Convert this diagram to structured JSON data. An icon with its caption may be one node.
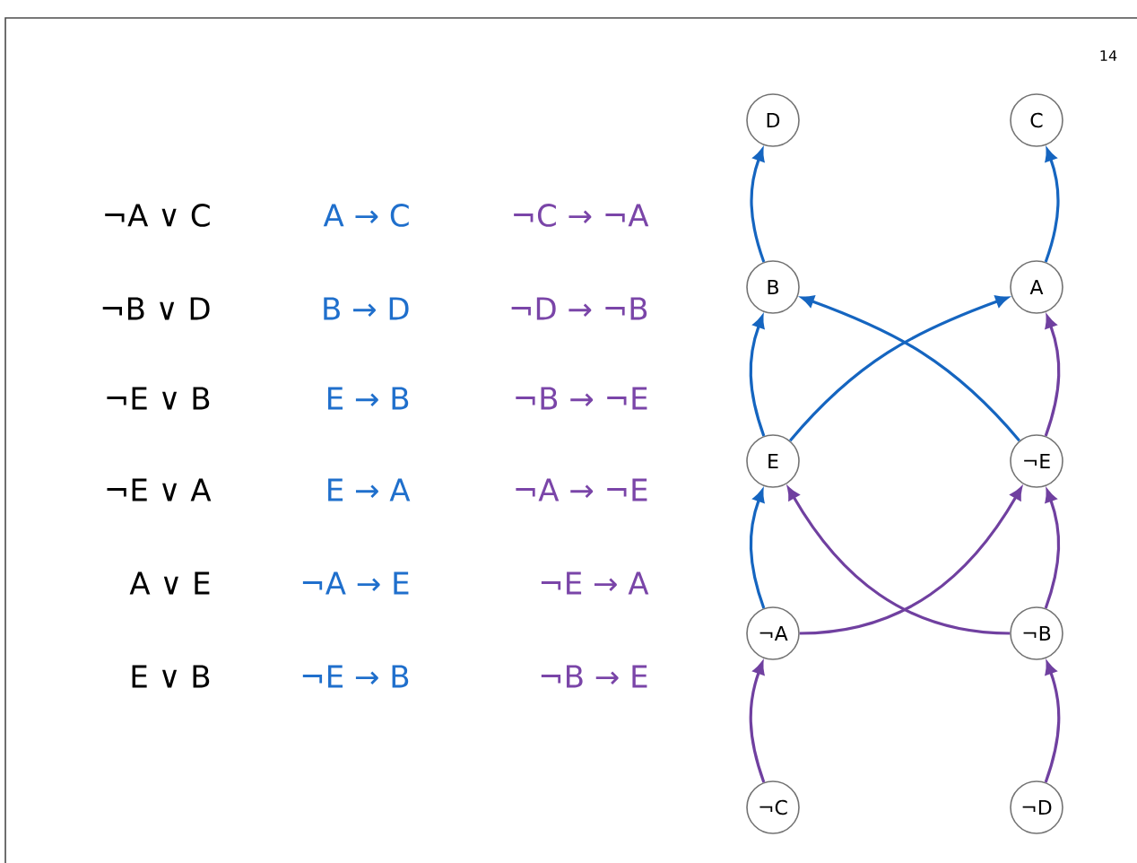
{
  "diagram": {
    "nodes": [
      {
        "text": [
          "D"
        ]
      },
      {
        "text": [
          "C"
        ]
      },
      {
        "text": [
          "B"
        ]
      },
      {
        "text": [
          "A"
        ]
      },
      {
        "text": [
          "E"
        ]
      },
      {
        "text": [
          "¬E"
        ]
      },
      {
        "text": [
          "¬A"
        ]
      },
      {
        "text": [
          "¬B"
        ]
      },
      {
        "text": [
          "¬C"
        ]
      },
      {
        "text": [
          "¬D"
        ]
      }
    ],
    "edges": [
      {
        "from": 2,
        "to": 0,
        "arrow": "to",
        "color": "#1565c0"
      },
      {
        "from": 3,
        "to": 1,
        "arrow": "to",
        "color": "#1565c0"
      },
      {
        "from": 4,
        "to": 2,
        "arrow": "to",
        "color": "#1565c0"
      },
      {
        "from": 4,
        "to": 3,
        "arrow": "to",
        "color": "#1565c0"
      },
      {
        "from": 6,
        "to": 4,
        "arrow": "to",
        "color": "#1565c0"
      },
      {
        "from": 5,
        "to": 2,
        "arrow": "to",
        "color": "#1565c0"
      },
      {
        "from": 8,
        "to": 6,
        "arrow": "to",
        "color": "#7040a0"
      },
      {
        "from": 9,
        "to": 7,
        "arrow": "to",
        "color": "#7040a0"
      },
      {
        "from": 7,
        "to": 5,
        "arrow": "to",
        "color": "#7040a0"
      },
      {
        "from": 6,
        "to": 5,
        "arrow": "to",
        "color": "#7040a0"
      },
      {
        "from": 5,
        "to": 3,
        "arrow": "to",
        "color": "#7040a0"
      },
      {
        "from": 7,
        "to": 4,
        "arrow": "to",
        "color": "#7040a0"
      }
    ],
    "labels": [
      "14",
      "¬A ∨ C",
      "A → C",
      "¬C → ¬A",
      "¬B ∨ D",
      "B → D",
      "¬D → ¬B",
      "¬E ∨ B",
      "E → B",
      "¬B → ¬E",
      "¬E ∨ A",
      "E → A",
      "¬A → ¬E",
      "A ∨ E",
      "¬A → E",
      "¬E → A",
      "E ∨ B",
      "¬E → B",
      "¬B → E"
    ]
  }
}
